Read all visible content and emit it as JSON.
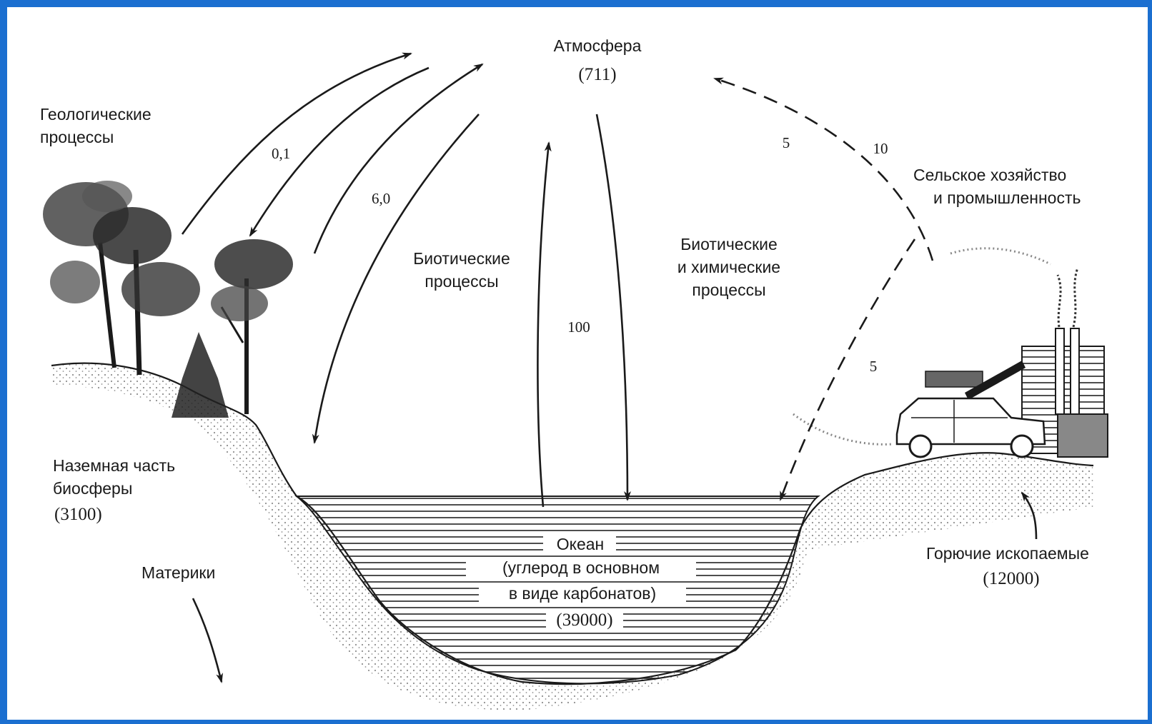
{
  "atmosphere": {
    "title": "Атмосфера",
    "amount": "(711)"
  },
  "geological": {
    "line1": "Геологические",
    "line2": "процессы"
  },
  "flows": {
    "geo_value": "0,1",
    "bio_value": "6,0",
    "ocean_up": "100",
    "industry_a": "5",
    "industry_b": "10",
    "industry_ocean": "5"
  },
  "biotic_left": {
    "line1": "Биотические",
    "line2": "процессы"
  },
  "biotic_chem": {
    "line1": "Биотические",
    "line2": "и химические",
    "line3": "процессы"
  },
  "industry": {
    "line1": "Сельское хозяйство",
    "line2": "и промышленность"
  },
  "land": {
    "line1": "Наземная часть",
    "line2": "биосферы",
    "amount": "(3100)"
  },
  "continents": "Материки",
  "ocean": {
    "line1": "Океан",
    "line2": "(углерод в основном",
    "line3": "в виде карбонатов)",
    "amount": "(39000)"
  },
  "fossil": {
    "title": "Горючие ископаемые",
    "amount": "(12000)"
  }
}
